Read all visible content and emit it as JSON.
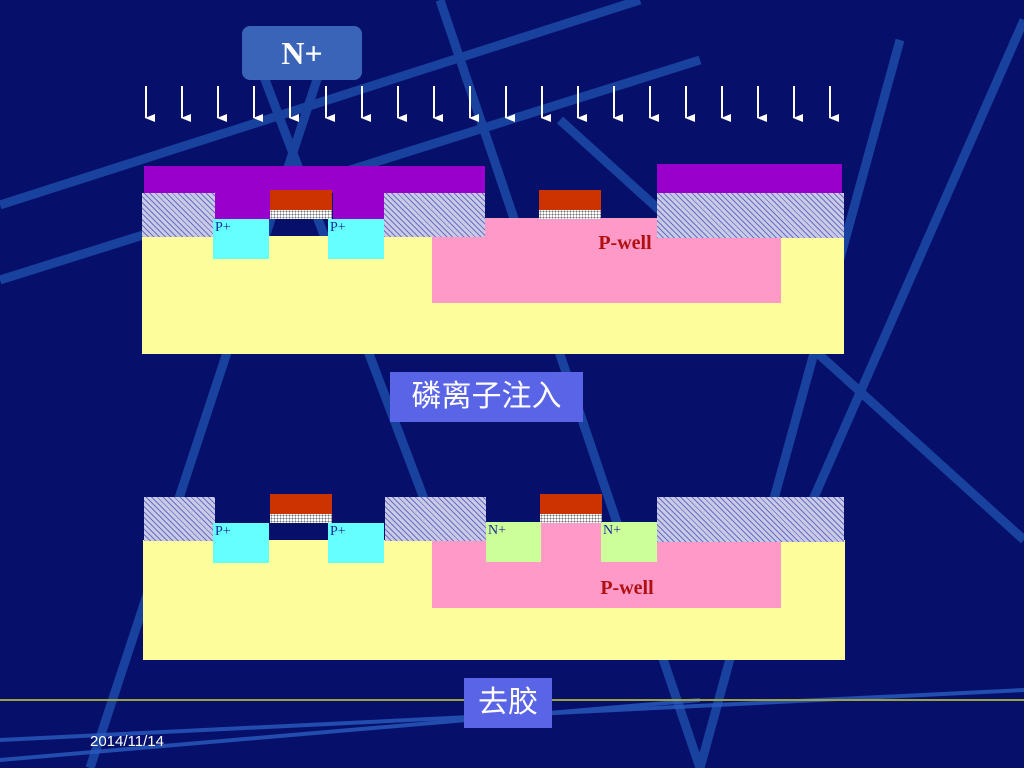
{
  "top_diagram": {
    "implant_label": "N+",
    "left_pplus_label": "P+",
    "right_pplus_label": "P+",
    "well_label": "P-well"
  },
  "caption_top": "磷离子注入",
  "bottom_diagram": {
    "left_pplus_label": "P+",
    "right_pplus_label": "P+",
    "left_nplus_label": "N+",
    "right_nplus_label": "N+",
    "well_label": "P-well"
  },
  "caption_bottom": "去胶",
  "footer": {
    "date": "2014/11/14"
  },
  "colors": {
    "substrate": "#fdfd9b",
    "p_well": "#ff99c8",
    "p_plus": "#66ffff",
    "n_plus": "#ccff99",
    "photoresist": "#9900cc",
    "gate": "#cc3300",
    "caption_box": "#5a64e6"
  }
}
